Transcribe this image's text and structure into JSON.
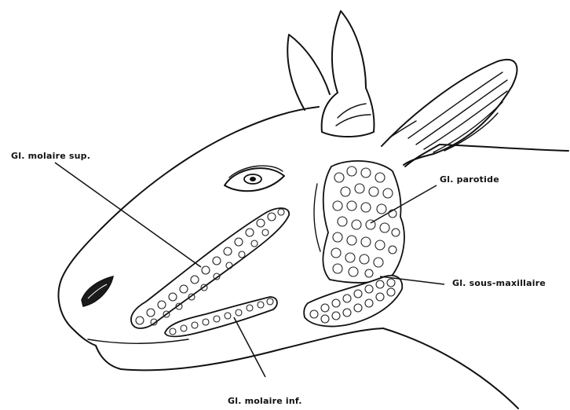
{
  "labels": {
    "molaire_sup": "Gl. molaire sup.",
    "parotide": "Gl. parotide",
    "sous_maxillaire": "Gl. sous-maxillaire",
    "molaire_inf": "Gl. molaire inf."
  },
  "colors": {
    "ink": "#111111",
    "paper": "#ffffff"
  }
}
